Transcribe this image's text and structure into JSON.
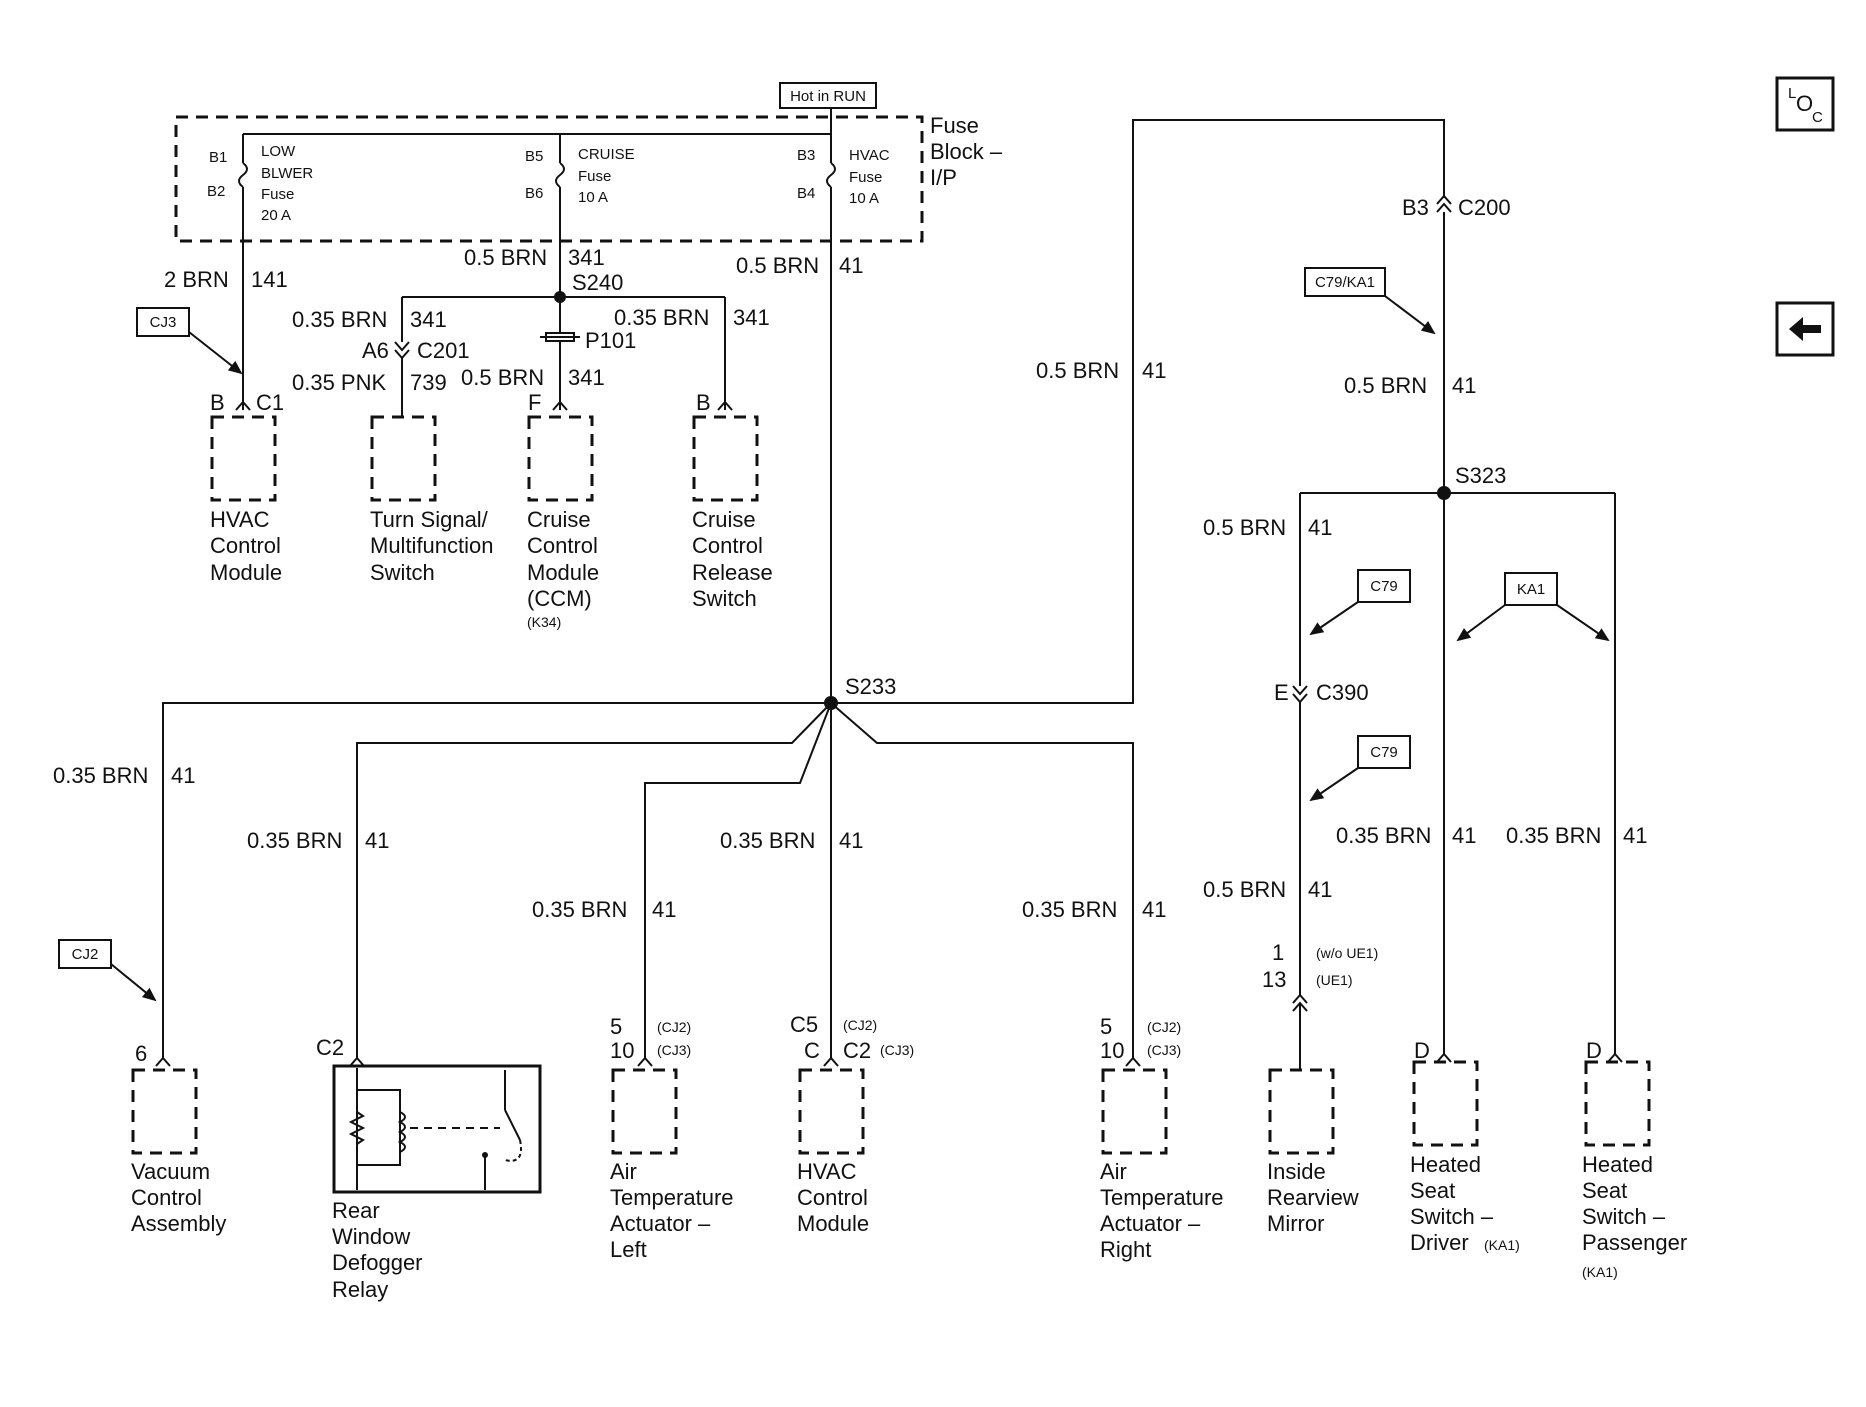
{
  "hot_label": "Hot in RUN",
  "fuse_block": {
    "line1": "Fuse",
    "line2": "Block –",
    "line3": "I/P"
  },
  "fuses": [
    {
      "top_pin": "B1",
      "bottom_pin": "B2",
      "name": [
        "LOW",
        "BLWER",
        "Fuse",
        "20 A"
      ]
    },
    {
      "top_pin": "B5",
      "bottom_pin": "B6",
      "name": [
        "CRUISE",
        "Fuse",
        "10 A"
      ]
    },
    {
      "top_pin": "B3",
      "bottom_pin": "B4",
      "name": [
        "HVAC",
        "Fuse",
        "10 A"
      ]
    }
  ],
  "wire_labels": {
    "w141": "2 BRN",
    "w141_circuit": "141",
    "w341_top": "0.5 BRN",
    "w341_top_circuit": "341",
    "w41_top": "0.5 BRN",
    "w41_top_circuit": "41",
    "w341_left": "0.35 BRN",
    "w341_left_circuit": "341",
    "w341_right": "0.35 BRN",
    "w341_right_circuit": "341",
    "w739": "0.35 PNK",
    "w739_circuit": "739",
    "w341_mid": "0.5 BRN",
    "w341_mid_circuit": "341",
    "w41_long": "0.5 BRN",
    "w41_long_circuit": "41",
    "w41_right": "0.5 BRN",
    "w41_right_circuit": "41",
    "w41_s323": "0.5 BRN",
    "w41_s323_circuit": "41",
    "w41_mirror": "0.5 BRN",
    "w41_mirror_circuit": "41",
    "w41_driver": "0.35 BRN",
    "w41_driver_circuit": "41",
    "w41_pass": "0.35 BRN",
    "w41_pass_circuit": "41",
    "w41_vac": "0.35 BRN",
    "w41_vac_circuit": "41",
    "w41_relay": "0.35 BRN",
    "w41_relay_circuit": "41",
    "w41_atl": "0.35 BRN",
    "w41_atl_circuit": "41",
    "w41_hvac2": "0.35 BRN",
    "w41_hvac2_circuit": "41",
    "w41_atr": "0.35 BRN",
    "w41_atr_circuit": "41"
  },
  "splices": {
    "s240": "S240",
    "s233": "S233",
    "s323": "S323"
  },
  "connectors": {
    "b_c1": "B",
    "c1": "C1",
    "a6": "A6",
    "c201": "C201",
    "p101": "P101",
    "f": "F",
    "b_ccrs": "B",
    "b3": "B3",
    "c200": "C200",
    "e": "E",
    "c390": "C390",
    "pin1": "1",
    "wo_ue1": "(w/o UE1)",
    "pin13": "13",
    "ue1": "(UE1)",
    "d_driver": "D",
    "d_pass": "D",
    "pin6": "6",
    "c2_relay": "C2",
    "atl_5": "5",
    "atl_10": "10",
    "atl_cj2": "(CJ2)",
    "atl_cj3": "(CJ3)",
    "hv_c5": "C5",
    "hv_cj2": "(CJ2)",
    "hv_c": "C",
    "hv_c2": "C2",
    "hv_cj3": "(CJ3)",
    "atr_5": "5",
    "atr_10": "10",
    "atr_cj2": "(CJ2)",
    "atr_cj3": "(CJ3)"
  },
  "option_tags": {
    "cj3": "CJ3",
    "c79_ka1": "C79/KA1",
    "c79_a": "C79",
    "ka1": "KA1",
    "c79_b": "C79",
    "cj2": "CJ2"
  },
  "components": {
    "hvac_top": [
      "HVAC",
      "Control",
      "Module"
    ],
    "turn_signal": [
      "Turn Signal/",
      "Multifunction",
      "Switch"
    ],
    "ccm": [
      "Cruise",
      "Control",
      "Module",
      "(CCM)"
    ],
    "ccm_note": "(K34)",
    "ccrs": [
      "Cruise",
      "Control",
      "Release",
      "Switch"
    ],
    "vacuum": [
      "Vacuum",
      "Control",
      "Assembly"
    ],
    "relay": [
      "Rear",
      "Window",
      "Defogger",
      "Relay"
    ],
    "atl": [
      "Air",
      "Temperature",
      "Actuator –",
      "Left"
    ],
    "hvac_bottom": [
      "HVAC",
      "Control",
      "Module"
    ],
    "atr": [
      "Air",
      "Temperature",
      "Actuator –",
      "Right"
    ],
    "mirror": [
      "Inside",
      "Rearview",
      "Mirror"
    ],
    "driver": [
      "Heated",
      "Seat",
      "Switch –",
      "Driver"
    ],
    "driver_note": "(KA1)",
    "passenger": [
      "Heated",
      "Seat",
      "Switch –",
      "Passenger"
    ],
    "passenger_note": "(KA1)"
  },
  "nav": {
    "loc_l": "L",
    "loc_o": "O",
    "loc_c": "C",
    "back_glyph": "🡐"
  }
}
